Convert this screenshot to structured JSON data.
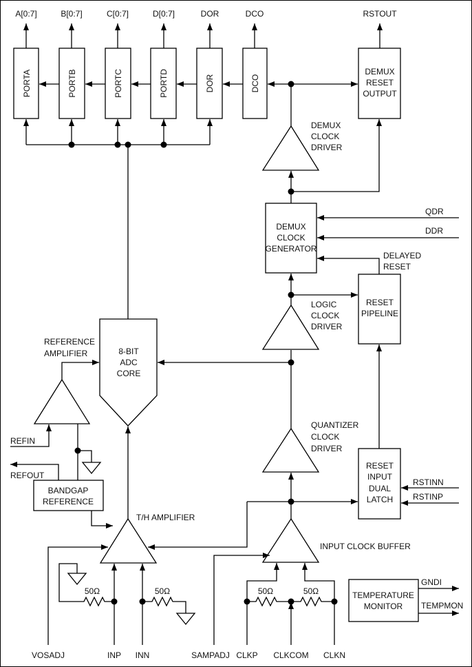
{
  "outputs": {
    "a": "A[0:7]",
    "b": "B[0:7]",
    "c": "C[0:7]",
    "d": "D[0:7]",
    "dor": "DOR",
    "dco": "DCO",
    "rstout": "RSTOUT"
  },
  "ports": {
    "porta": "PORTA",
    "portb": "PORTB",
    "portc": "PORTC",
    "portd": "PORTD",
    "dor": "DOR",
    "dco": "DCO"
  },
  "blocks": {
    "demux_reset_output": [
      "DEMUX",
      "RESET",
      "OUTPUT"
    ],
    "demux_clock_driver": [
      "DEMUX",
      "CLOCK",
      "DRIVER"
    ],
    "demux_clock_generator": [
      "DEMUX",
      "CLOCK",
      "GENERATOR"
    ],
    "delayed_reset": [
      "DELAYED",
      "RESET"
    ],
    "reset_pipeline": [
      "RESET",
      "PIPELINE"
    ],
    "logic_clock_driver": [
      "LOGIC",
      "CLOCK",
      "DRIVER"
    ],
    "adc_core": [
      "8-BIT",
      "ADC",
      "CORE"
    ],
    "reference_amplifier": [
      "REFERENCE",
      "AMPLIFIER"
    ],
    "quantizer_clock_driver": [
      "QUANTIZER",
      "CLOCK",
      "DRIVER"
    ],
    "reset_input_dual_latch": [
      "RESET",
      "INPUT",
      "DUAL",
      "LATCH"
    ],
    "bandgap_reference": [
      "BANDGAP",
      "REFERENCE"
    ],
    "th_amplifier": "T/H AMPLIFIER",
    "input_clock_buffer": "INPUT CLOCK BUFFER",
    "temperature_monitor": [
      "TEMPERATURE",
      "MONITOR"
    ]
  },
  "signals": {
    "qdr": "QDR",
    "ddr": "DDR",
    "refin": "REFIN",
    "refout": "REFOUT",
    "rstinn": "RSTINN",
    "rstinp": "RSTINP",
    "gndi": "GNDI",
    "tempmon": "TEMPMON"
  },
  "resistors": {
    "r_inp": "50Ω",
    "r_inn": "50Ω",
    "r_clkp": "50Ω",
    "r_clkn": "50Ω"
  },
  "pins": {
    "vosadj": "VOSADJ",
    "inp": "INP",
    "inn": "INN",
    "sampadj": "SAMPADJ",
    "clkp": "CLKP",
    "clkcom": "CLKCOM",
    "clkn": "CLKN"
  }
}
